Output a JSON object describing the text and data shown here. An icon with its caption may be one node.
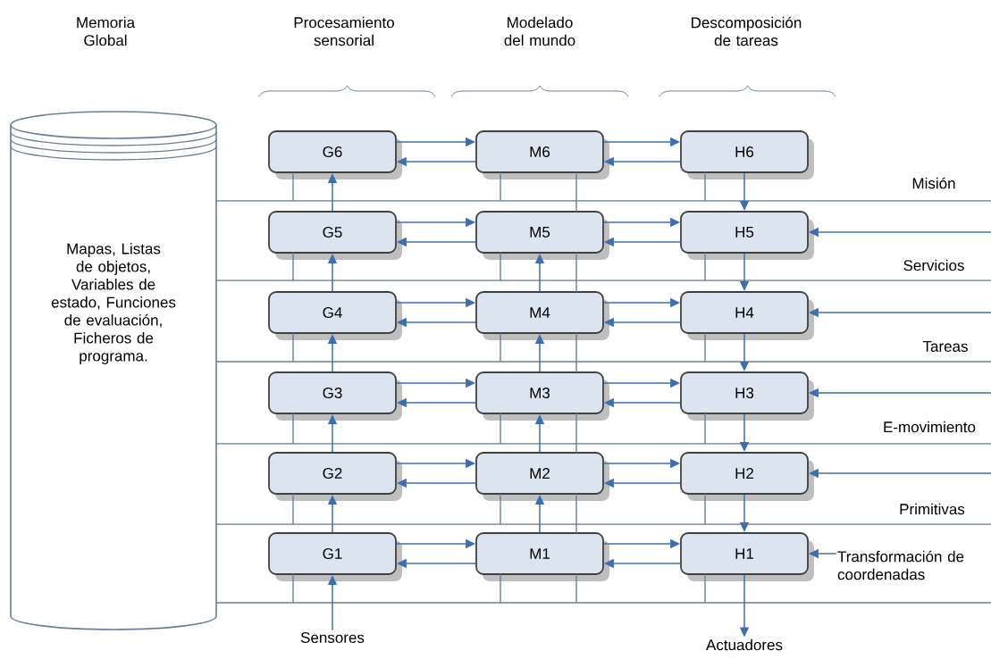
{
  "diagram": {
    "nodes": [
      {
        "text": [
          "Mapas, Listas de objetos, Variables de estado, Funciones de evaluación, Ficheros de programa."
        ]
      },
      {
        "text": [
          "G6"
        ]
      },
      {
        "text": [
          "M6"
        ]
      },
      {
        "text": [
          "H6"
        ]
      },
      {
        "text": [
          "G5"
        ]
      },
      {
        "text": [
          "M5"
        ]
      },
      {
        "text": [
          "H5"
        ]
      },
      {
        "text": [
          "G4"
        ]
      },
      {
        "text": [
          "M4"
        ]
      },
      {
        "text": [
          "H4"
        ]
      },
      {
        "text": [
          "G3"
        ]
      },
      {
        "text": [
          "M3"
        ]
      },
      {
        "text": [
          "H3"
        ]
      },
      {
        "text": [
          "G2"
        ]
      },
      {
        "text": [
          "M2"
        ]
      },
      {
        "text": [
          "H2"
        ]
      },
      {
        "text": [
          "G1"
        ]
      },
      {
        "text": [
          "M1"
        ]
      },
      {
        "text": [
          "H1"
        ]
      },
      {
        "text": [
          "Sensores"
        ]
      },
      {
        "text": [
          "Actuadores"
        ]
      },
      {
        "text": [
          "Transformación de coordenadas"
        ]
      },
      {
        "text": [],
        "shape": "bar",
        "beside": [
          "Misión"
        ]
      },
      {
        "text": [],
        "shape": "bar",
        "beside": [
          "Servicios"
        ]
      },
      {
        "text": [],
        "shape": "bar",
        "beside": [
          "Tareas"
        ]
      },
      {
        "text": [],
        "shape": "bar",
        "beside": [
          "E-movimiento"
        ]
      },
      {
        "text": [],
        "shape": "bar",
        "beside": [
          "Primitivas"
        ]
      },
      {
        "text": [],
        "shape": "bar"
      }
    ],
    "edges": [
      {
        "from": 1,
        "to": 2,
        "arrow": "to"
      },
      {
        "from": 2,
        "to": 1,
        "arrow": "to"
      },
      {
        "from": 2,
        "to": 3,
        "arrow": "to"
      },
      {
        "from": 3,
        "to": 2,
        "arrow": "to"
      },
      {
        "from": 4,
        "to": 5,
        "arrow": "to"
      },
      {
        "from": 5,
        "to": 4,
        "arrow": "to"
      },
      {
        "from": 5,
        "to": 6,
        "arrow": "to"
      },
      {
        "from": 6,
        "to": 5,
        "arrow": "to"
      },
      {
        "from": 7,
        "to": 8,
        "arrow": "to"
      },
      {
        "from": 8,
        "to": 7,
        "arrow": "to"
      },
      {
        "from": 8,
        "to": 9,
        "arrow": "to"
      },
      {
        "from": 9,
        "to": 8,
        "arrow": "to"
      },
      {
        "from": 10,
        "to": 11,
        "arrow": "to"
      },
      {
        "from": 11,
        "to": 10,
        "arrow": "to"
      },
      {
        "from": 11,
        "to": 12,
        "arrow": "to"
      },
      {
        "from": 12,
        "to": 11,
        "arrow": "to"
      },
      {
        "from": 13,
        "to": 14,
        "arrow": "to"
      },
      {
        "from": 14,
        "to": 13,
        "arrow": "to"
      },
      {
        "from": 14,
        "to": 15,
        "arrow": "to"
      },
      {
        "from": 15,
        "to": 14,
        "arrow": "to"
      },
      {
        "from": 16,
        "to": 17,
        "arrow": "to"
      },
      {
        "from": 17,
        "to": 16,
        "arrow": "to"
      },
      {
        "from": 17,
        "to": 18,
        "arrow": "to"
      },
      {
        "from": 18,
        "to": 17,
        "arrow": "to"
      },
      {
        "from": 19,
        "to": 16,
        "arrow": "to"
      },
      {
        "from": 16,
        "to": 13,
        "arrow": "to"
      },
      {
        "from": 13,
        "to": 10,
        "arrow": "to"
      },
      {
        "from": 10,
        "to": 7,
        "arrow": "to"
      },
      {
        "from": 7,
        "to": 4,
        "arrow": "to"
      },
      {
        "from": 4,
        "to": 1,
        "arrow": "to"
      },
      {
        "from": 17,
        "to": 14,
        "arrow": "to"
      },
      {
        "from": 14,
        "to": 11,
        "arrow": "to"
      },
      {
        "from": 11,
        "to": 8,
        "arrow": "to"
      },
      {
        "from": 8,
        "to": 5,
        "arrow": "to"
      },
      {
        "from": 3,
        "to": 6,
        "arrow": "to"
      },
      {
        "from": 6,
        "to": 9,
        "arrow": "to"
      },
      {
        "from": 9,
        "to": 12,
        "arrow": "to"
      },
      {
        "from": 12,
        "to": 15,
        "arrow": "to"
      },
      {
        "from": 15,
        "to": 18,
        "arrow": "to"
      },
      {
        "from": 18,
        "to": 20,
        "arrow": "to"
      },
      {
        "from": null,
        "to": 6,
        "arrow": "to"
      },
      {
        "from": null,
        "to": 9,
        "arrow": "to"
      },
      {
        "from": null,
        "to": 12,
        "arrow": "to"
      },
      {
        "from": null,
        "to": 15,
        "arrow": "to"
      },
      {
        "from": 21,
        "to": 18,
        "arrow": "to"
      },
      {
        "from": 1,
        "to": 22,
        "arrow": "none",
        "color": "#6a7f99"
      },
      {
        "from": 2,
        "to": 22,
        "arrow": "none",
        "color": "#6a7f99"
      },
      {
        "from": 3,
        "to": 22,
        "arrow": "none",
        "color": "#6a7f99"
      },
      {
        "from": 2,
        "to": 5,
        "arrow": "none",
        "color": "#6a7f99"
      },
      {
        "from": 4,
        "to": 23,
        "arrow": "none",
        "color": "#6a7f99"
      },
      {
        "from": 5,
        "to": 23,
        "arrow": "none",
        "color": "#6a7f99"
      },
      {
        "from": 6,
        "to": 23,
        "arrow": "none",
        "color": "#6a7f99"
      },
      {
        "from": 5,
        "to": 8,
        "arrow": "none",
        "color": "#6a7f99"
      },
      {
        "from": 7,
        "to": 24,
        "arrow": "none",
        "color": "#6a7f99"
      },
      {
        "from": 8,
        "to": 24,
        "arrow": "none",
        "color": "#6a7f99"
      },
      {
        "from": 9,
        "to": 24,
        "arrow": "none",
        "color": "#6a7f99"
      },
      {
        "from": 8,
        "to": 11,
        "arrow": "none",
        "color": "#6a7f99"
      },
      {
        "from": 10,
        "to": 25,
        "arrow": "none",
        "color": "#6a7f99"
      },
      {
        "from": 11,
        "to": 25,
        "arrow": "none",
        "color": "#6a7f99"
      },
      {
        "from": 12,
        "to": 25,
        "arrow": "none",
        "color": "#6a7f99"
      },
      {
        "from": 11,
        "to": 14,
        "arrow": "none",
        "color": "#6a7f99"
      },
      {
        "from": 13,
        "to": 26,
        "arrow": "none",
        "color": "#6a7f99"
      },
      {
        "from": 14,
        "to": 26,
        "arrow": "none",
        "color": "#6a7f99"
      },
      {
        "from": 15,
        "to": 26,
        "arrow": "none",
        "color": "#6a7f99"
      },
      {
        "from": 14,
        "to": 17,
        "arrow": "none",
        "color": "#6a7f99"
      },
      {
        "from": 16,
        "to": 27,
        "arrow": "none",
        "color": "#6a7f99"
      },
      {
        "from": 17,
        "to": 27,
        "arrow": "none",
        "color": "#6a7f99"
      },
      {
        "from": 18,
        "to": 27,
        "arrow": "none",
        "color": "#6a7f99"
      },
      {
        "from": 17,
        "to": 27,
        "arrow": "none",
        "color": "#6a7f99"
      }
    ],
    "labels": [
      "Memoria Global",
      "Procesamiento sensorial",
      "Modelado del mundo",
      "Descomposición de tareas"
    ]
  }
}
